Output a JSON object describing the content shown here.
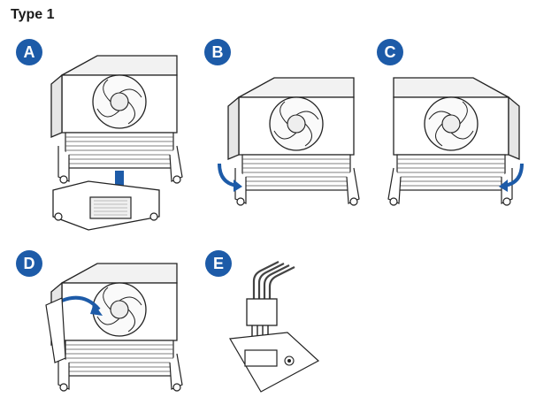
{
  "title": "Type 1",
  "steps": [
    {
      "label": "A"
    },
    {
      "label": "B"
    },
    {
      "label": "C"
    },
    {
      "label": "D"
    },
    {
      "label": "E"
    }
  ],
  "colors": {
    "badge": "#1d5ba8",
    "arrow": "#1d5ba8",
    "line": "#222222"
  },
  "icons": [
    "cpu-cooler-illustration",
    "rotate-arrow-icon",
    "down-arrow-icon",
    "fan-connector-illustration"
  ]
}
